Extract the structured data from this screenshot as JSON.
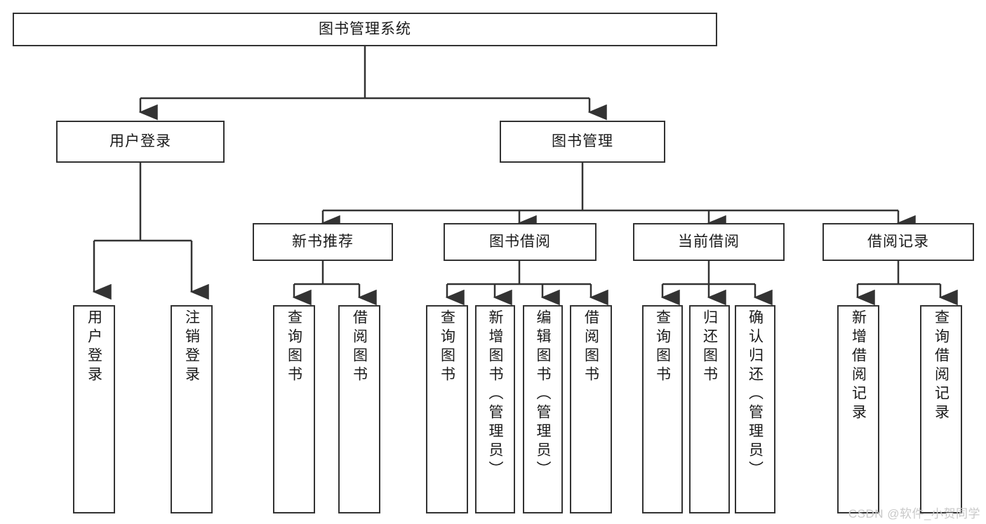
{
  "diagram": {
    "title": "图书管理系统",
    "type": "tree",
    "watermark": "CSDN @软件_小贺同学",
    "colors": {
      "box_border": "#333333",
      "box_fill": "#ffffff",
      "connector": "#333333",
      "text": "#1a1a1a",
      "watermark": "#c9c9c9",
      "background": "#ffffff"
    },
    "nodes": {
      "root": {
        "label": "图书管理系统"
      },
      "level2": [
        {
          "id": "user-login",
          "label": "用户登录"
        },
        {
          "id": "book-manage",
          "label": "图书管理"
        }
      ],
      "level3": [
        {
          "id": "new-book-recommend",
          "label": "新书推荐"
        },
        {
          "id": "book-borrow",
          "label": "图书借阅"
        },
        {
          "id": "current-borrow",
          "label": "当前借阅"
        },
        {
          "id": "borrow-record",
          "label": "借阅记录"
        }
      ],
      "leaves": {
        "user_login": [
          {
            "id": "leaf-user-login",
            "label": "用户登录"
          },
          {
            "id": "leaf-logout",
            "label": "注销登录"
          }
        ],
        "new_book_recommend": [
          {
            "id": "leaf-query-book-1",
            "label": "查询图书"
          },
          {
            "id": "leaf-borrow-book-1",
            "label": "借阅图书"
          }
        ],
        "book_borrow": [
          {
            "id": "leaf-query-book-2",
            "label": "查询图书"
          },
          {
            "id": "leaf-add-book",
            "label": "新增图书（管理员）"
          },
          {
            "id": "leaf-edit-book",
            "label": "编辑图书（管理员）"
          },
          {
            "id": "leaf-borrow-book-2",
            "label": "借阅图书"
          }
        ],
        "current_borrow": [
          {
            "id": "leaf-query-book-3",
            "label": "查询图书"
          },
          {
            "id": "leaf-return-book",
            "label": "归还图书"
          },
          {
            "id": "leaf-confirm-return",
            "label": "确认归还（管理员）"
          }
        ],
        "borrow_record": [
          {
            "id": "leaf-add-record",
            "label": "新增借阅记录"
          },
          {
            "id": "leaf-query-record",
            "label": "查询借阅记录"
          }
        ]
      }
    }
  }
}
